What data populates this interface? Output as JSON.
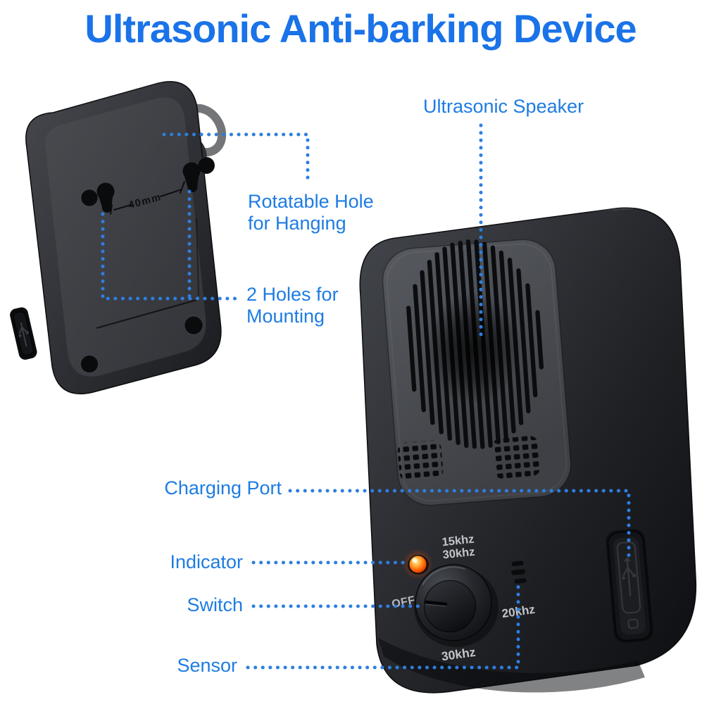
{
  "page": {
    "title": "Ultrasonic Anti-barking Device"
  },
  "colors": {
    "title_blue": "#1a73e8",
    "label_blue": "#1e7ce2",
    "dotted_line_blue": "#2e7ee0",
    "led_red_orange": "#ff4800",
    "device_body_dark": "#2a2c31",
    "background": "#ffffff"
  },
  "callouts": {
    "ultrasonic_speaker": "Ultrasonic Speaker",
    "rotatable_hole": {
      "line1": "Rotatable Hole",
      "line2": "for Hanging"
    },
    "mounting_holes": {
      "line1": "2 Holes for",
      "line2": "Mounting"
    },
    "charging_port": "Charging Port",
    "indicator": "Indicator",
    "switch": "Switch",
    "sensor": "Sensor"
  },
  "back_device": {
    "hole_distance_label": "40mm"
  },
  "front_device": {
    "knob_top_label_line1": "15khz",
    "knob_top_label_line2": "30khz",
    "knob_off_label": "OFF",
    "knob_right_label": "20khz",
    "knob_bottom_label": "30khz"
  }
}
